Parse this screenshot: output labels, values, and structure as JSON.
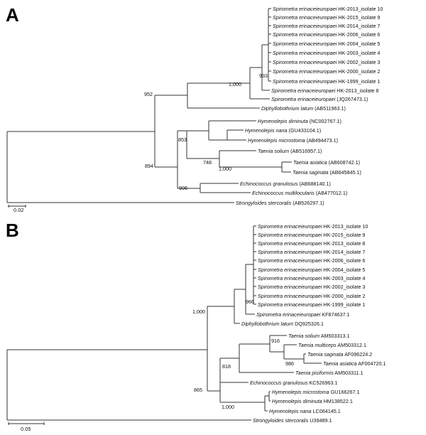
{
  "panel_a": {
    "label": "A",
    "scale": "0.02",
    "leaves": [
      {
        "genus": "Spirometra erinaceieuropaei",
        "id": "HK-2013_isolate 10"
      },
      {
        "genus": "Spirometra erinaceieuropaei",
        "id": "HK-2015_isolate 9"
      },
      {
        "genus": "Spirometra erinaceieuropaei",
        "id": "HK-2014_isolate 7"
      },
      {
        "genus": "Spirometra erinaceieuropaei",
        "id": "HK-2006_isolate 6"
      },
      {
        "genus": "Spirometra erinaceieuropaei",
        "id": "HK-2004_isolate 5"
      },
      {
        "genus": "Spirometra erinaceieuropaei",
        "id": "HK-2003_isolate 4"
      },
      {
        "genus": "Spirometra erinaceieuropaei",
        "id": "HK-2002_isolate 3"
      },
      {
        "genus": "Spirometra erinaceieuropaei",
        "id": "HK-2000_isolate 2"
      },
      {
        "genus": "Spirometra erinaceieuropaei",
        "id": "HK-1999_isolate 1"
      },
      {
        "genus": "Spirometra erinaceieuropaei",
        "id": "HK-2013_isolate 8"
      },
      {
        "genus": "Spirometra erinaceieuropaei",
        "id": "(JQ267473.1)"
      },
      {
        "genus": "Diphyllobothrium latum",
        "id": "(AB511963.1)"
      },
      {
        "genus": "Hymenolepis diminuta",
        "id": "(NC002767.1)"
      },
      {
        "genus": "Hymenolepis nana",
        "id": "(GU433104.1)"
      },
      {
        "genus": "Hymenolepis microstoma",
        "id": "(AB494473.1)"
      },
      {
        "genus": "Taenia solium",
        "id": "(AB516957.1)"
      },
      {
        "genus": "Taenia asiatica",
        "id": "(AB608742.1)"
      },
      {
        "genus": "Taenia saginata",
        "id": "(AB645845.1)"
      },
      {
        "genus": "Echinococcus granulosus",
        "id": "(AB688140.1)"
      },
      {
        "genus": "Echinococcus multilocularis",
        "id": "(AB477012.1)"
      },
      {
        "genus": "Strongyloides stercoralis",
        "id": "(AB526297.1)"
      }
    ],
    "bootstrap": [
      "933",
      "1,000",
      "952",
      "853",
      "748",
      "1,000",
      "894",
      "906"
    ]
  },
  "panel_b": {
    "label": "B",
    "scale": "0.05",
    "leaves": [
      {
        "genus": "Spirometra erinaceieuropaei",
        "id": "HK-2013_isolate 10"
      },
      {
        "genus": "Spirometra erinaceieuropaei",
        "id": "HK-2015_isolate 9"
      },
      {
        "genus": "Spirometra erinaceieuropaei",
        "id": "HK-2013_isolate 8"
      },
      {
        "genus": "Spirometra erinaceieuropaei",
        "id": "HK-2014_isolate 7"
      },
      {
        "genus": "Spirometra erinaceieuropaei",
        "id": "HK-2006_isolate 6"
      },
      {
        "genus": "Spirometra erinaceieuropaei",
        "id": "HK-2004_isolate 5"
      },
      {
        "genus": "Spirometra erinaceieuropaei",
        "id": "HK-2003_isolate 4"
      },
      {
        "genus": "Spirometra erinaceieuropaei",
        "id": "HK-2002_isolate 3"
      },
      {
        "genus": "Spirometra erinaceieuropaei",
        "id": "HK-2000_isolate 2"
      },
      {
        "genus": "Spirometra erinaceieuropaei",
        "id": "HK-1999_isolate 1"
      },
      {
        "genus": "Spirometra erinaceieuropaei",
        "id": "KF874637.1"
      },
      {
        "genus": "Diphyllobothrium latum",
        "id": "DQ925326.1"
      },
      {
        "genus": "Taenia solium",
        "id": "AM503313.1"
      },
      {
        "genus": "Taenia multiceps",
        "id": "AM503312.1"
      },
      {
        "genus": "Taenia saginata",
        "id": "AF096224.2"
      },
      {
        "genus": "Taenia asiatica",
        "id": "AF004720.1"
      },
      {
        "genus": "Taenia pisiformis",
        "id": "AM503311.1"
      },
      {
        "genus": "Echinococcus granulosus",
        "id": "KC526963.1"
      },
      {
        "genus": "Hymenolepis microstoma",
        "id": "GU166267.1"
      },
      {
        "genus": "Hymenolepis diminuta",
        "id": "HM138522.1"
      },
      {
        "genus": "Hymenolepis nana",
        "id": "LC064145.1"
      },
      {
        "genus": "Strongyloides stercoralis",
        "id": "U39489.1"
      }
    ],
    "bootstrap": [
      "966",
      "1,000",
      "916",
      "986",
      "818",
      "865",
      "1,000"
    ]
  }
}
